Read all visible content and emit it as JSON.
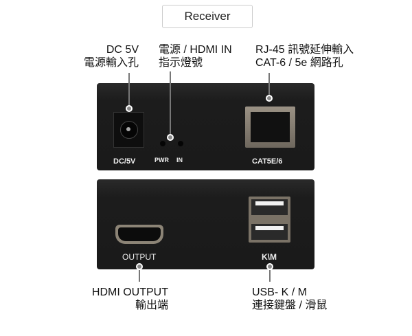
{
  "title": "Receiver",
  "callouts": {
    "dc": {
      "line1": "DC 5V",
      "line2": "電源輸入孔"
    },
    "led": {
      "line1": "電源 / HDMI IN",
      "line2": "指示燈號"
    },
    "rj45": {
      "line1": "RJ-45 訊號延伸輸入",
      "line2": "CAT-6 / 5e 網路孔"
    },
    "hdmi": {
      "line1": "HDMI OUTPUT",
      "line2": "輸出端"
    },
    "usb": {
      "line1": "USB- K / M",
      "line2": "連接鍵盤 / 滑鼠"
    }
  },
  "front_panel": {
    "dc_label": "DC/5V",
    "pwr_label": "PWR",
    "in_label": "IN",
    "cat_label": "CAT5E/6"
  },
  "back_panel": {
    "output_label": "OUTPUT",
    "km_label": "K\\M"
  }
}
